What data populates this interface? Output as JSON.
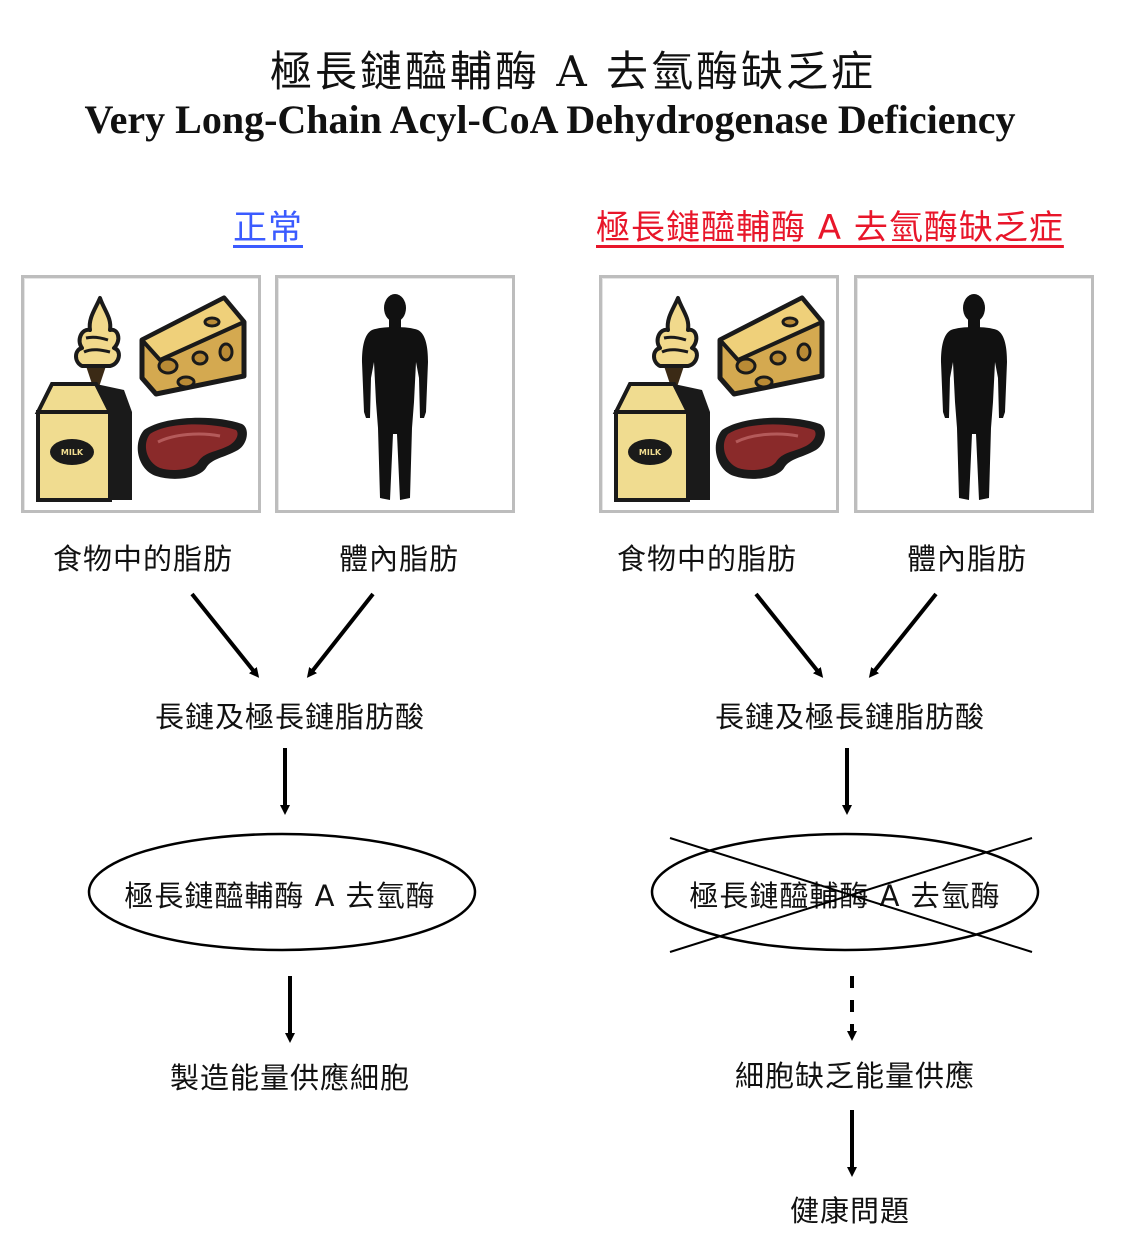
{
  "title": {
    "zh": "極長鏈醯輔酶 A 去氫酶缺乏症",
    "en": "Very Long-Chain Acyl-CoA Dehydrogenase Deficiency"
  },
  "columns": {
    "normal": {
      "heading": "正常",
      "food_label": "食物中的脂肪",
      "body_label": "體內脂肪",
      "fatty_acids": "長鏈及極長鏈脂肪酸",
      "enzyme": "極長鏈醯輔酶 A 去氫酶",
      "result": "製造能量供應細胞"
    },
    "deficient": {
      "heading": "極長鏈醯輔酶 A 去氫酶缺乏症",
      "food_label": "食物中的脂肪",
      "body_label": "體內脂肪",
      "fatty_acids": "長鏈及極長鏈脂肪酸",
      "enzyme": "極長鏈醯輔酶 A 去氫酶",
      "result": "細胞缺乏能量供應",
      "outcome": "健康問題"
    }
  },
  "milk_carton_text": "MILK",
  "colors": {
    "normal_heading": "#3b5bff",
    "deficient_heading": "#e8162a",
    "food_yellow": "#e9cf7c",
    "meat_red": "#8a2a2a",
    "silhouette": "#111111"
  },
  "icons": [
    "ice-cream-icon",
    "cheese-icon",
    "milk-carton-icon",
    "steak-icon",
    "human-silhouette-icon"
  ]
}
